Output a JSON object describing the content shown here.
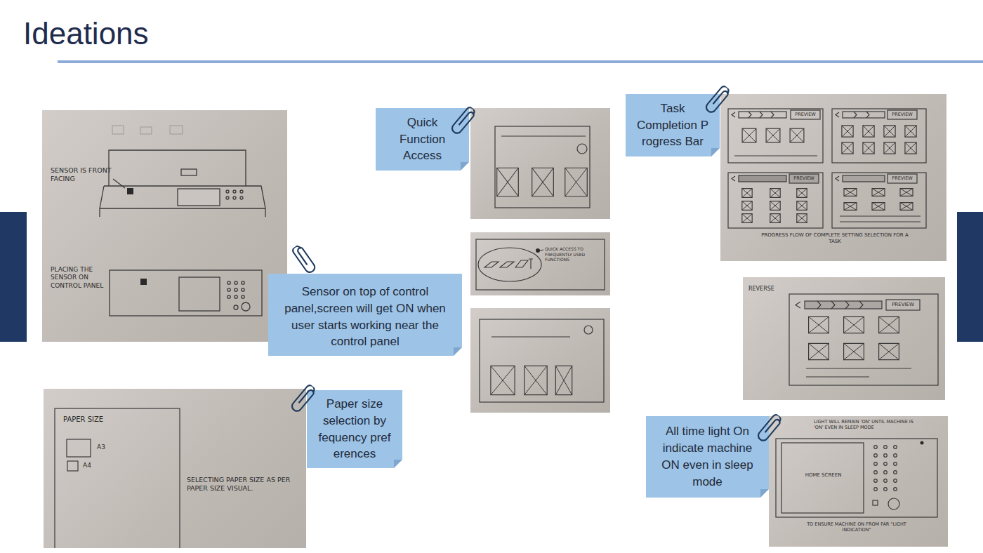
{
  "diagram": {
    "title": "Ideations",
    "nodes": [
      {
        "text": [
          "SENSOR IS FRONT FACING",
          "PLACING THE SENSOR ON CONTROL PANEL"
        ]
      },
      {
        "text": [
          "Quick Function Access"
        ]
      },
      {
        "text": [
          "Task Completion P rogress Bar"
        ]
      },
      {
        "text": [
          "PREVIEW",
          "PREVIEW",
          "PREVIEW",
          "PREVIEW",
          "PROGRESS FLOW OF COMPLETE SETTING SELECTION FOR A TASK"
        ]
      },
      {
        "text": [
          "QUICK ACCESS TO FREQUENTLY USED FUNCTIONS"
        ]
      },
      {
        "text": [
          "Sensor on top of control panel,screen will get ON when user starts working near the control panel"
        ]
      },
      {
        "text": [
          "REVERSE",
          "PREVIEW"
        ]
      },
      {
        "text": [
          "PAPER SIZE",
          "A3",
          "A4",
          "SELECTING PAPER SIZE AS PER PAPER SIZE VISUAL."
        ]
      },
      {
        "text": [
          "Paper size selection by fequency pref erences"
        ]
      },
      {
        "text": [
          "All time light On indicate machine ON even in sleep mode"
        ]
      },
      {
        "text": [
          "LIGHT WILL REMAIN 'ON' UNTIL MACHINE IS 'ON' EVEN IN SLEEP MODE",
          "HOME SCREEN",
          "TO ENSURE MACHINE ON FROM FAR \"LIGHT INDICATION\""
        ]
      }
    ]
  }
}
